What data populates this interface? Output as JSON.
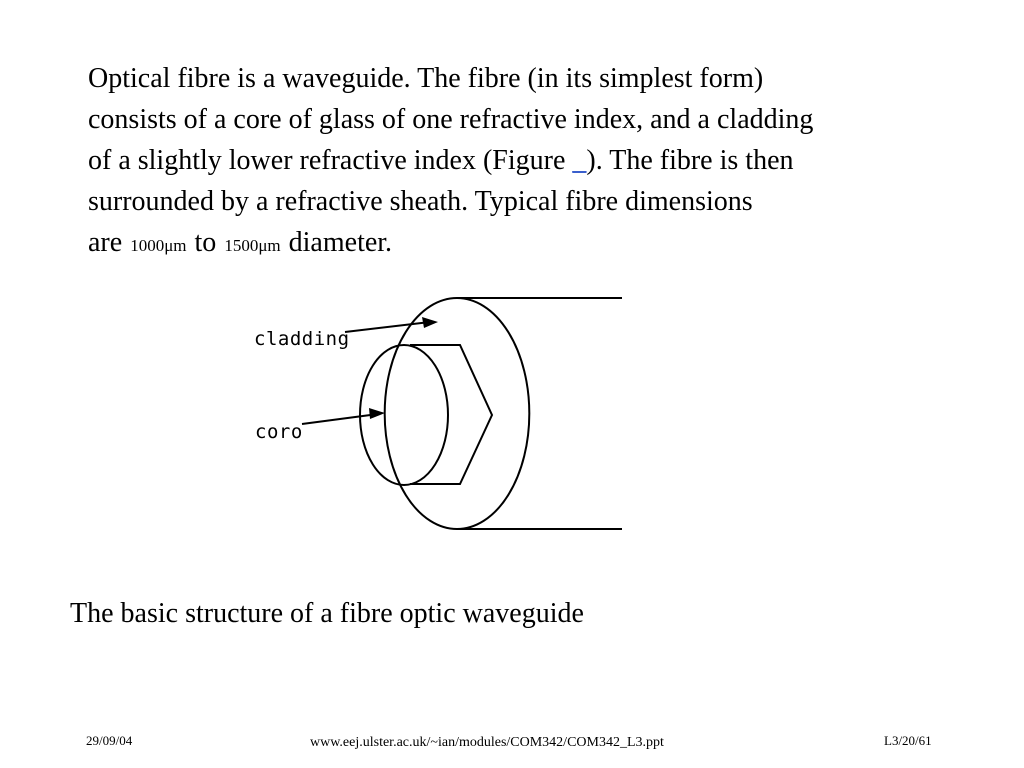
{
  "paragraph": {
    "line1": "Optical fibre is a waveguide. The fibre (in its simplest form)",
    "line2": "consists of a core of glass of one refractive index, and a cladding",
    "line3_before": "of a slightly lower refractive index (Figure ",
    "line3_link": "_",
    "line3_after": "). The fibre is then",
    "line4": "surrounded by a refractive sheath. Typical fibre dimensions",
    "line5_are": "are",
    "line5_value1": "1000μm",
    "line5_to": "to",
    "line5_value2": "1500μm",
    "line5_end": "diameter."
  },
  "diagram": {
    "label_cladding": "cladding",
    "label_core": "coro"
  },
  "caption": "The basic structure of a fibre optic waveguide",
  "footer": {
    "date": "29/09/04",
    "url": "www.eej.ulster.ac.uk/~ian/modules/COM342/COM342_L3.ppt",
    "page": "L3/20/61"
  },
  "colors": {
    "link": "#3a5fcd",
    "text": "#000000",
    "background": "#ffffff"
  }
}
